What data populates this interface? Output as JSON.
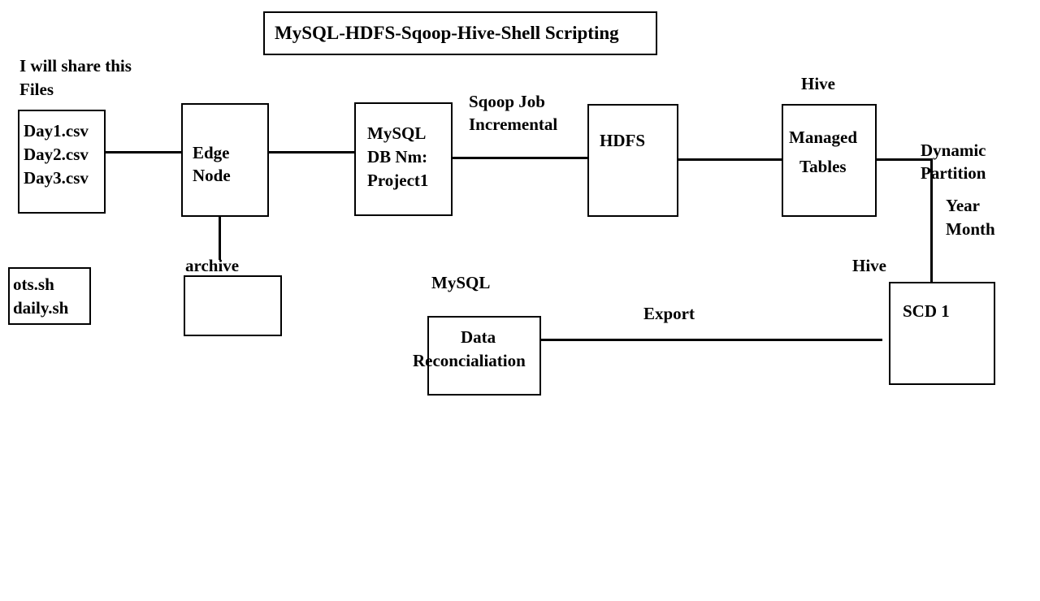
{
  "title": "MySQL-HDFS-Sqoop-Hive-Shell Scripting",
  "share_note": [
    "I will share this",
    "Files"
  ],
  "files_box": [
    "Day1.csv",
    "Day2.csv",
    "Day3.csv"
  ],
  "edge_node": [
    "Edge",
    "Node"
  ],
  "archive_label": "archive",
  "scripts_box": [
    "ots.sh",
    "daily.sh"
  ],
  "mysql_box": [
    "MySQL",
    "DB Nm:",
    "Project1"
  ],
  "sqoop_label": [
    "Sqoop Job",
    "Incremental"
  ],
  "hdfs_box": "HDFS",
  "hive_top_label": "Hive",
  "managed_box": [
    "Managed",
    "Tables"
  ],
  "dynamic_label": [
    "Dynamic",
    "Partition"
  ],
  "year_month_label": [
    "Year",
    "Month"
  ],
  "hive_scd_label": "Hive",
  "scd_box": "SCD 1",
  "export_label": "Export",
  "mysql_recon_label": "MySQL",
  "recon_box": [
    "Data",
    "Reconcialiation"
  ]
}
